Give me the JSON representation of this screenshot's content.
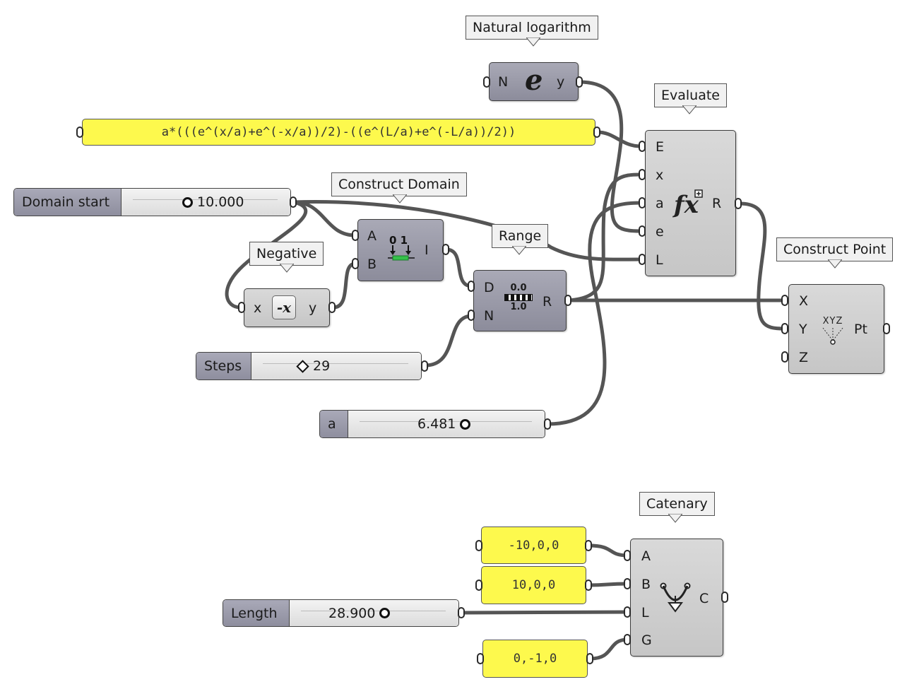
{
  "callouts": {
    "natural_log": "Natural logarithm",
    "evaluate": "Evaluate",
    "construct_domain": "Construct Domain",
    "negative": "Negative",
    "range": "Range",
    "construct_point": "Construct Point",
    "catenary": "Catenary"
  },
  "expression_panel": {
    "text": "a*(((e^(x/a)+e^(-x/a))/2)-((e^(L/a)+e^(-L/a))/2))"
  },
  "natural_log": {
    "in": "N",
    "out": "y",
    "icon": "e"
  },
  "evaluate": {
    "inputs": [
      "E",
      "x",
      "a",
      "e",
      "L"
    ],
    "output": "R",
    "icon": "fx-icon"
  },
  "construct_domain": {
    "inputs": [
      "A",
      "B"
    ],
    "output": "I",
    "icon_top": "0 1"
  },
  "negative": {
    "in": "x",
    "out": "y",
    "icon": "-x"
  },
  "range": {
    "inputs": [
      "D",
      "N"
    ],
    "output": "R",
    "icon_top": "0.0",
    "icon_bottom": "1.0"
  },
  "construct_point": {
    "inputs": [
      "X",
      "Y",
      "Z"
    ],
    "output": "Pt",
    "icon": "XYZ"
  },
  "catenary": {
    "inputs": [
      "A",
      "B",
      "L",
      "G"
    ],
    "output": "C"
  },
  "sliders": {
    "domain_start": {
      "label": "Domain start",
      "value": "10.000",
      "position": 0.38
    },
    "steps": {
      "label": "Steps",
      "value": "29",
      "position": 0.28
    },
    "a": {
      "label": "a",
      "value": "6.481",
      "position": 0.55
    },
    "length": {
      "label": "Length",
      "value": "28.900",
      "position": 0.55
    }
  },
  "panels": {
    "point_a": "-10,0,0",
    "point_b": "10,0,0",
    "gravity": "0,-1,0"
  }
}
